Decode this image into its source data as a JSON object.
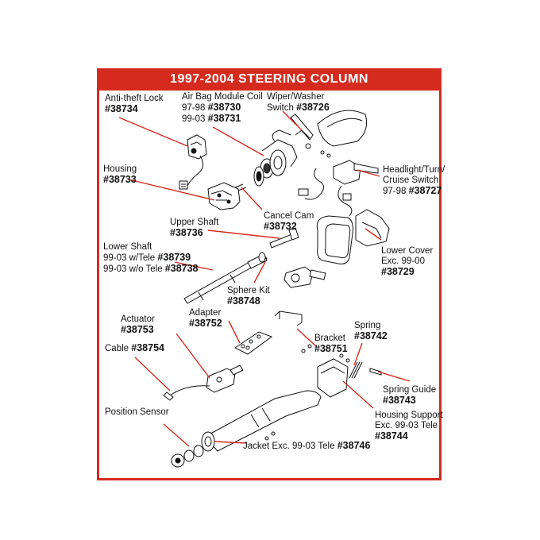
{
  "title": "1997-2004 STEERING COLUMN",
  "colors": {
    "accent": "#d52b1e",
    "line": "#111111"
  },
  "labels": {
    "anti_theft": {
      "name": "Anti-theft Lock",
      "part": "#38734"
    },
    "airbag": {
      "name": "Air Bag Module Coil",
      "line2_prefix": "97-98",
      "part1": "#38730",
      "line3_prefix": "99-03",
      "part2": "#38731"
    },
    "wiper": {
      "name": "Wiper/Washer",
      "line2_prefix": "Switch",
      "part": "#38726"
    },
    "housing": {
      "name": "Housing",
      "part": "#38733"
    },
    "headlight": {
      "name": "Headlight/Turn/",
      "line2": "Cruise Switch",
      "line3_prefix": "97-98",
      "part": "#38727"
    },
    "upper_shaft": {
      "name": "Upper Shaft",
      "part": "#38736"
    },
    "cancel_cam": {
      "name": "Cancel Cam",
      "part": "#38732"
    },
    "lower_shaft": {
      "name": "Lower Shaft",
      "line2_prefix": "99-03 w/Tele",
      "part1": "#38739",
      "line3_prefix": "99-03 w/o Tele",
      "part2": "#38738"
    },
    "lower_cover": {
      "name": "Lower Cover",
      "line2": "Exc. 99-00",
      "part": "#38729"
    },
    "sphere_kit": {
      "name": "Sphere Kit",
      "part": "#38748"
    },
    "actuator": {
      "name": "Actuator",
      "part": "#38753"
    },
    "adapter": {
      "name": "Adapter",
      "part": "#38752"
    },
    "bracket": {
      "name": "Bracket",
      "part": "#38751"
    },
    "spring": {
      "name": "Spring",
      "part": "#38742"
    },
    "cable": {
      "name": "Cable",
      "part": "#38754"
    },
    "spring_guide": {
      "name": "Spring Guide",
      "part": "#38743"
    },
    "position_sensor": {
      "name": "Position Sensor"
    },
    "housing_support": {
      "name": "Housing Support",
      "line2": "Exc. 99-03 Tele",
      "part": "#38744"
    },
    "jacket": {
      "name": "Jacket Exc. 99-03 Tele",
      "part": "#38746"
    }
  }
}
